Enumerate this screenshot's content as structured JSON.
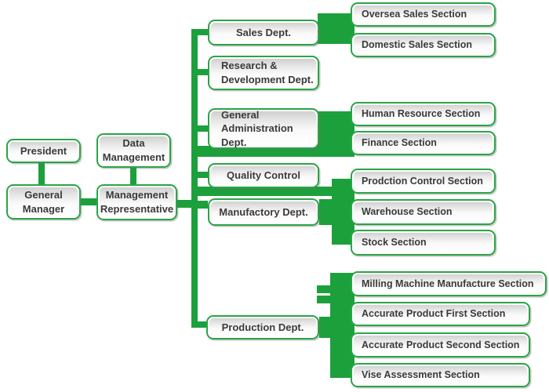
{
  "diagram": {
    "type": "org-chart",
    "title": "Company Organizational Chart",
    "colors": {
      "connector_green": "#1ca03c",
      "box_border_green": "#2aa546",
      "box_gradient_top": "#cbcbcb",
      "box_gradient_bottom": "#ffffff",
      "text": "#3a3a3a",
      "background": "#ffffff"
    },
    "nodes": {
      "president": {
        "label": "President"
      },
      "general_manager": {
        "label": "General\nManager"
      },
      "data_management": {
        "label": "Data\nManagement"
      },
      "management_representative": {
        "label": "Management\nRepresentative"
      },
      "sales_dept": {
        "label": "Sales Dept."
      },
      "rnd_dept": {
        "label": "Research &\nDevelopment Dept."
      },
      "general_admin_dept": {
        "label": "General\nAdministration Dept."
      },
      "quality_control": {
        "label": "Quality Control"
      },
      "manufactory_dept": {
        "label": "Manufactory Dept."
      },
      "production_dept": {
        "label": "Production Dept."
      },
      "oversea_sales": {
        "label": "Oversea Sales Section"
      },
      "domestic_sales": {
        "label": "Domestic Sales Section"
      },
      "human_resource": {
        "label": "Human Resource Section"
      },
      "finance": {
        "label": "Finance Section"
      },
      "prodction_control": {
        "label": "Prodction Control Section"
      },
      "warehouse": {
        "label": "Warehouse Section"
      },
      "stock": {
        "label": "Stock Section"
      },
      "milling_machine": {
        "label": "Milling Machine Manufacture Section"
      },
      "accurate_first": {
        "label": "Accurate Product First Section"
      },
      "accurate_second": {
        "label": "Accurate Product Second Section"
      },
      "vise_assessment": {
        "label": "Vise Assessment Section"
      }
    },
    "edges": [
      {
        "from": "President",
        "to": "General Manager"
      },
      {
        "from": "Data Management",
        "to": "Management Representative"
      },
      {
        "from": "General Manager",
        "to": "Management Representative"
      },
      {
        "from": "Management Representative",
        "to": "Sales Dept."
      },
      {
        "from": "Management Representative",
        "to": "Research & Development Dept."
      },
      {
        "from": "Management Representative",
        "to": "General Administration Dept."
      },
      {
        "from": "Management Representative",
        "to": "Quality Control"
      },
      {
        "from": "Management Representative",
        "to": "Manufactory Dept."
      },
      {
        "from": "Management Representative",
        "to": "Production Dept."
      },
      {
        "from": "Sales Dept.",
        "to": "Oversea Sales Section"
      },
      {
        "from": "Sales Dept.",
        "to": "Domestic Sales Section"
      },
      {
        "from": "General Administration Dept.",
        "to": "Human Resource Section"
      },
      {
        "from": "General Administration Dept.",
        "to": "Finance Section"
      },
      {
        "from": "Manufactory Dept.",
        "to": "Prodction Control Section"
      },
      {
        "from": "Manufactory Dept.",
        "to": "Warehouse Section"
      },
      {
        "from": "Manufactory Dept.",
        "to": "Stock Section"
      },
      {
        "from": "Production Dept.",
        "to": "Milling Machine Manufacture Section"
      },
      {
        "from": "Production Dept.",
        "to": "Accurate Product First Section"
      },
      {
        "from": "Production Dept.",
        "to": "Accurate Product Second Section"
      },
      {
        "from": "Production Dept.",
        "to": "Vise Assessment Section"
      }
    ]
  }
}
